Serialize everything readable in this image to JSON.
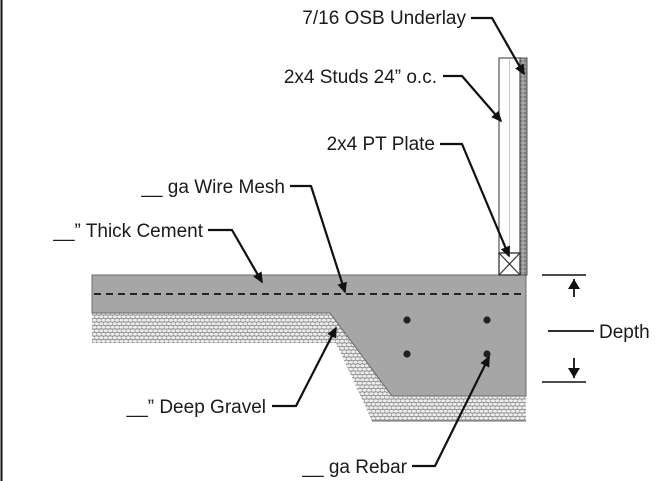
{
  "labels": {
    "osb": "7/16 OSB Underlay",
    "studs": "2x4 Studs 24” o.c.",
    "plate": "2x4 PT Plate",
    "mesh": "__ ga Wire Mesh",
    "cement": "__” Thick Cement",
    "gravel": "__” Deep Gravel",
    "rebar": "__ ga Rebar",
    "depth": "Depth"
  },
  "colors": {
    "concrete": "#a6a6a6",
    "gravel_bg": "#8c8c8c",
    "gravel_stone": "#ececec",
    "stud_fill": "#ffffff",
    "osb_fill": "#9a9a9a",
    "ink": "#111111"
  }
}
